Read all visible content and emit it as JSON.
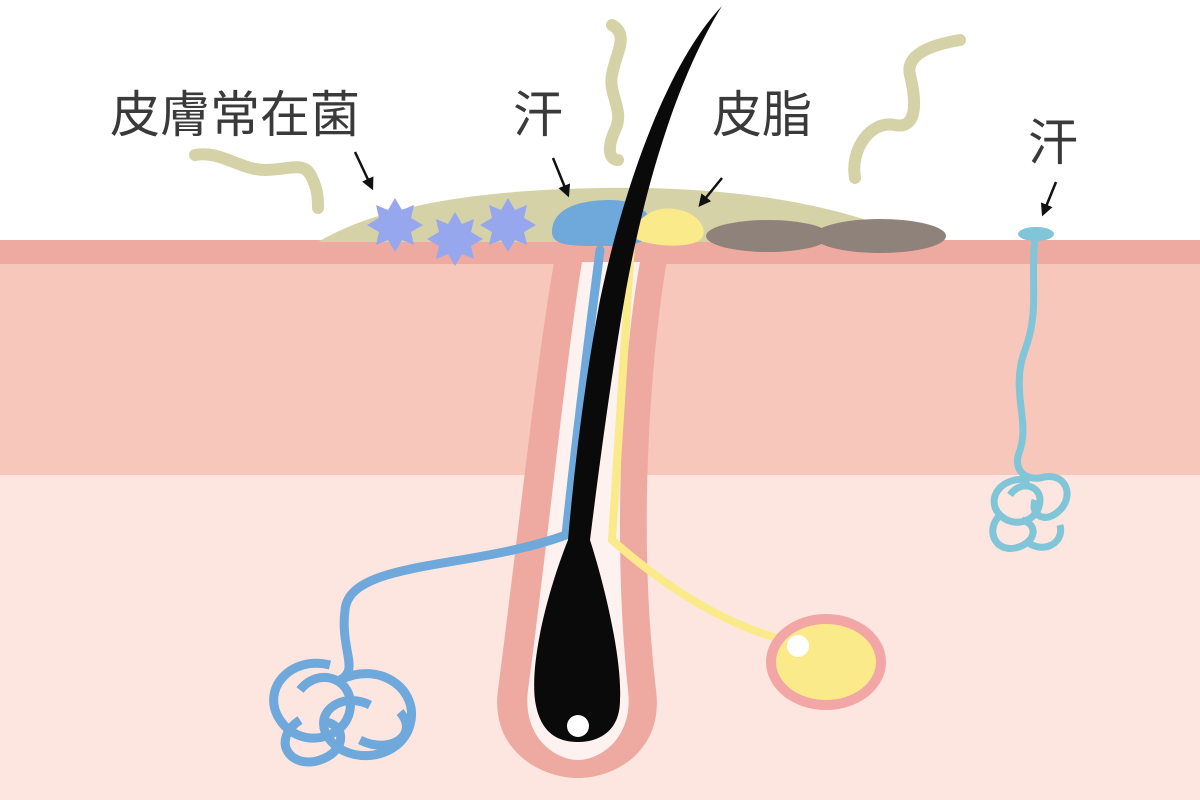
{
  "labels": {
    "bacteria": "皮膚常在菌",
    "sweat_left": "汗",
    "sebum": "皮脂",
    "sweat_right": "汗"
  },
  "colors": {
    "background": "#ffffff",
    "epidermis_surface": "#eeaaa0",
    "epidermis": "#f6c7ba",
    "dermis": "#fde6e0",
    "follicle_wall": "#eeaaa0",
    "follicle_inner": "#fdf2ef",
    "surface_film": "#d6d2a7",
    "wavy_odor_lines": "#d6d2a7",
    "bacteria": "#97a7ee",
    "sweat_gland_left": "#6fa8da",
    "sebaceous": "#faea8a",
    "sebaceous_outline": "#f2a6a6",
    "sweat_gland_right": "#80c5d8",
    "hair": "#0a0a0a",
    "dirt": "#8e827a",
    "arrows": "#111111",
    "text": "#3a3a3a"
  }
}
